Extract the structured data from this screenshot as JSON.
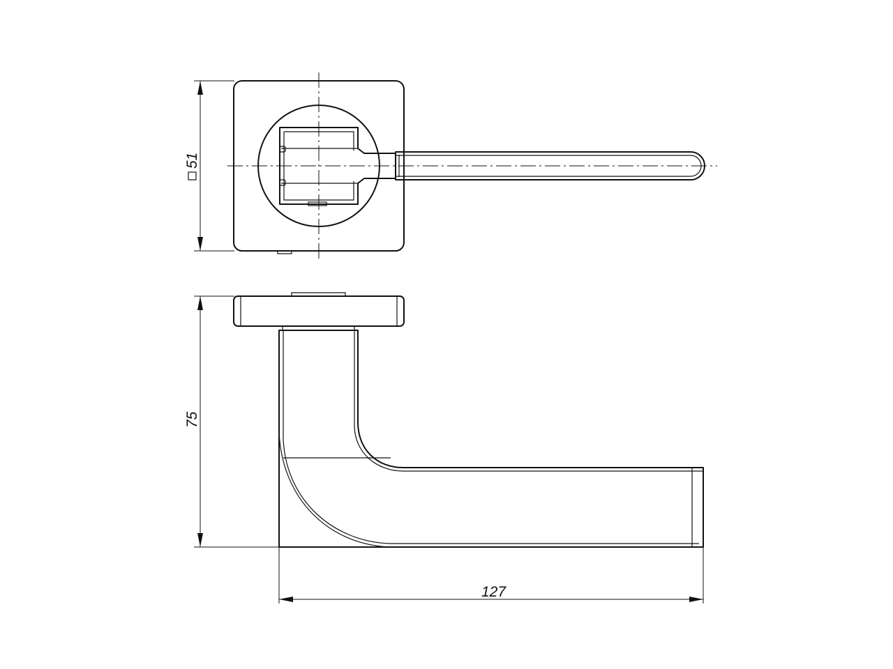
{
  "dimensions": {
    "rose_size": "51",
    "rose_size_symbol": "square",
    "height": "75",
    "length": "127"
  },
  "colors": {
    "stroke": "#111111",
    "background": "#ffffff"
  }
}
